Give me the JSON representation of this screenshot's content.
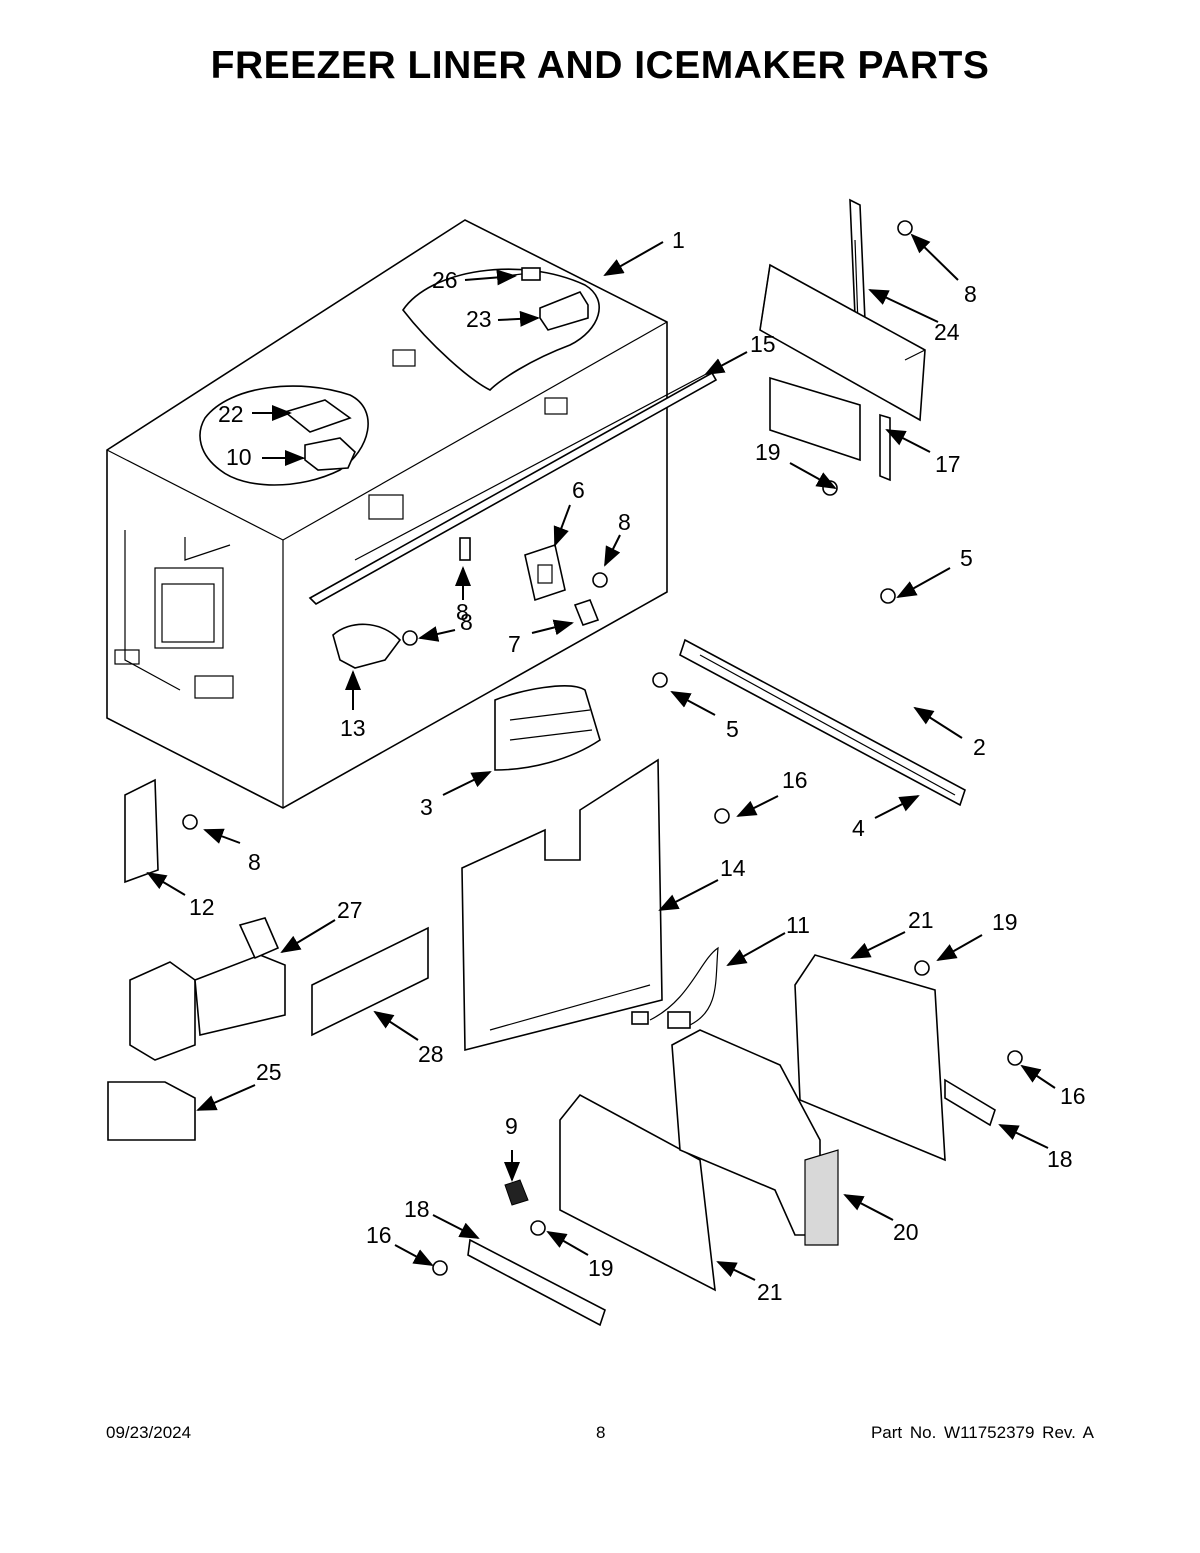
{
  "page": {
    "title": "FREEZER LINER AND ICEMAKER PARTS",
    "footer": {
      "date": "09/23/2024",
      "page_number": "8",
      "part_number": "Part No.  W11752379  Rev.  A"
    }
  },
  "callouts": [
    "1",
    "26",
    "23",
    "8",
    "24",
    "15",
    "22",
    "10",
    "19",
    "17",
    "6",
    "8",
    "5",
    "8",
    "8",
    "7",
    "13",
    "5",
    "2",
    "3",
    "16",
    "4",
    "8",
    "14",
    "12",
    "27",
    "11",
    "21",
    "19",
    "28",
    "16",
    "18",
    "25",
    "9",
    "20",
    "18",
    "16",
    "19",
    "21"
  ]
}
